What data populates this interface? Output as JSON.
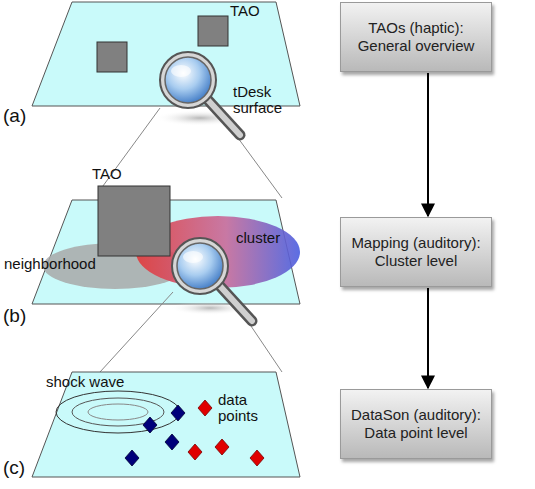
{
  "diagram": {
    "nodes": [
      {
        "text": [
          "TAOs (haptic): General overview"
        ]
      },
      {
        "text": [
          "Mapping (auditory): Cluster level"
        ]
      },
      {
        "text": [
          "DataSon (auditory): Data point level"
        ]
      }
    ],
    "edges": [
      {
        "from": 0,
        "to": 1,
        "arrow": "to"
      },
      {
        "from": 1,
        "to": 2,
        "arrow": "to"
      }
    ],
    "labels": [
      "TAO",
      "tDesk surface",
      "(a)",
      "TAO",
      "neighborhood",
      "cluster",
      "(b)",
      "shock wave",
      "data points",
      "(c)"
    ]
  }
}
